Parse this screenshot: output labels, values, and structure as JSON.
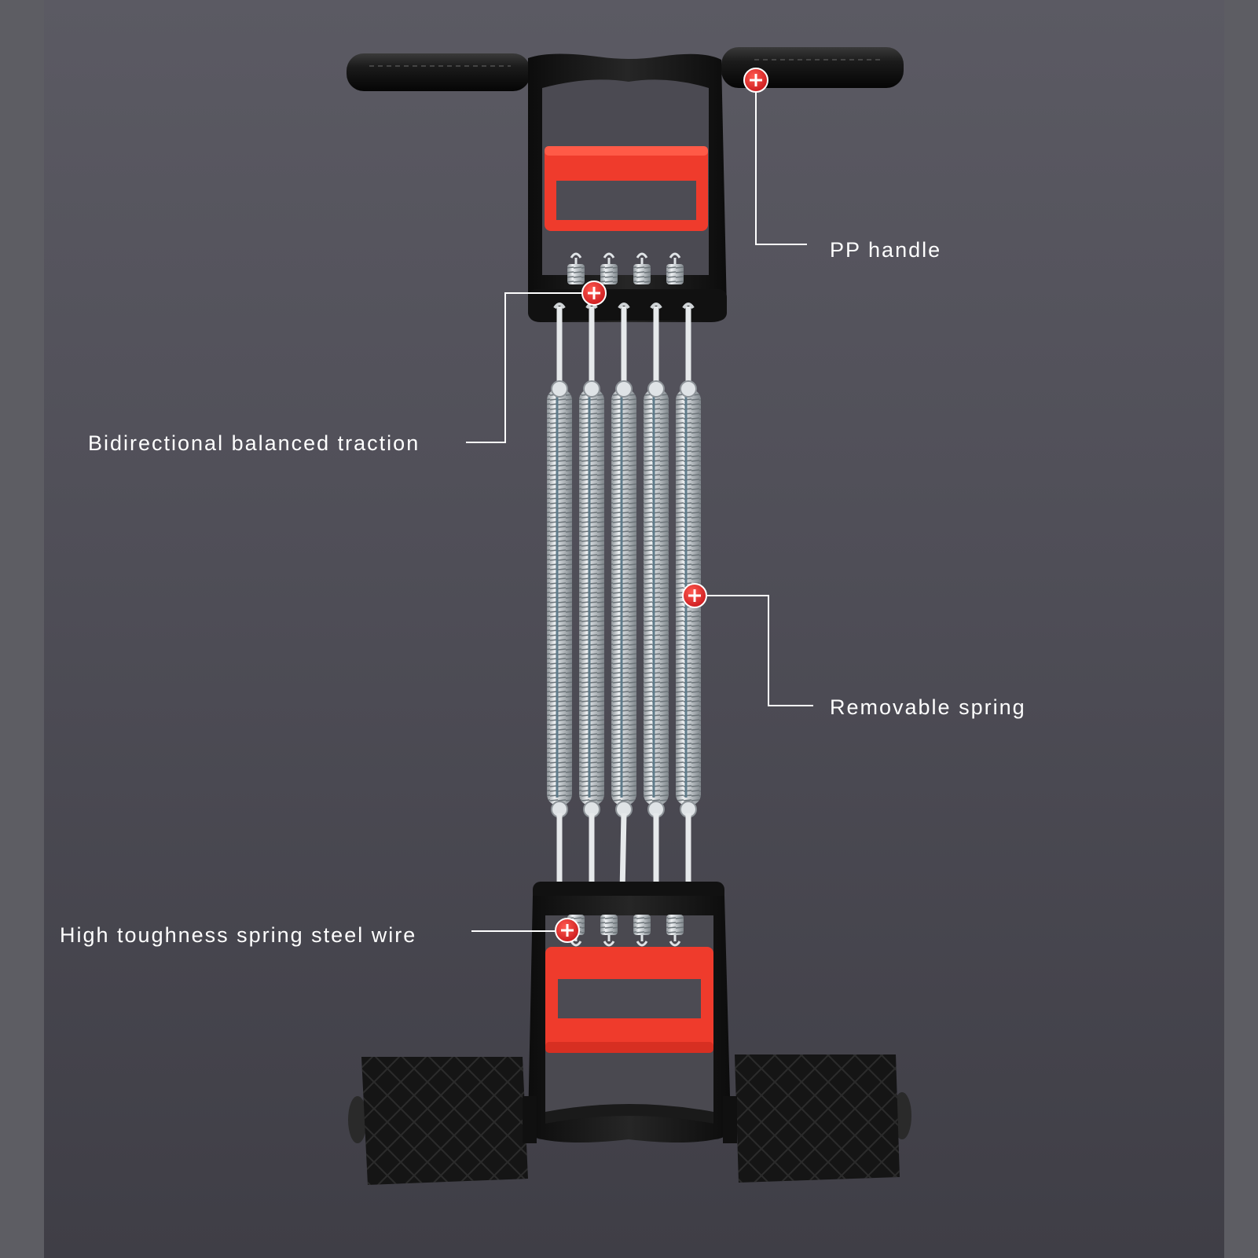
{
  "callouts": [
    {
      "id": "pp-handle",
      "text": "PP handle"
    },
    {
      "id": "bidirectional",
      "text": "Bidirectional balanced traction"
    },
    {
      "id": "removable-spring",
      "text": "Removable spring"
    },
    {
      "id": "steel-wire",
      "text": "High toughness spring steel wire"
    }
  ],
  "colors": {
    "background": "#56555d",
    "handle_red": "#ef3b2c",
    "frame_black": "#141414",
    "spring_silver": "#cfd3d6",
    "marker_red": "#e62b2b",
    "leader_line": "#ffffff"
  },
  "product": {
    "spring_count": 5
  },
  "icons": [
    "plus-marker-icon"
  ]
}
